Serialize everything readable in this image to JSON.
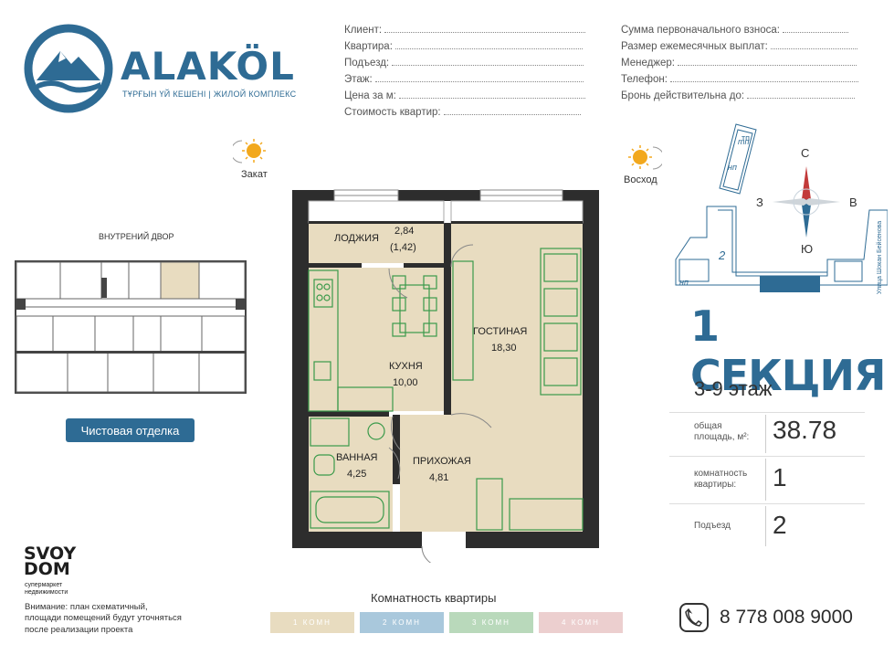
{
  "brand": {
    "name": "ALAKÖL",
    "subtitle": "ТҰРҒЫН ҮЙ КЕШЕНІ | ЖИЛОЙ КОМПЛЕКС",
    "color": "#2e6b94"
  },
  "form_left": [
    "Клиент:",
    "Квартира:",
    "Подъезд:",
    "Этаж:",
    "Цена за м:",
    "Стоимость квартир:"
  ],
  "form_right": [
    "Сумма первоначального взноса:",
    "Размер ежемесячных выплат:",
    "Менеджер:",
    "Телефон:",
    "Бронь действительна до:"
  ],
  "sun": {
    "sunset": "Закат",
    "sunrise": "Восход"
  },
  "courtyard": "ВНУТРЕНИЙ ДВОР",
  "finish_button": "Чистовая отделка",
  "rooms": {
    "loggia": {
      "name": "ЛОДЖИЯ",
      "area": "2,84",
      "area2": "(1,42)"
    },
    "kitchen": {
      "name": "КУХНЯ",
      "area": "10,00"
    },
    "living": {
      "name": "ГОСТИНАЯ",
      "area": "18,30"
    },
    "bath": {
      "name": "ВАННАЯ",
      "area": "4,25"
    },
    "hall": {
      "name": "ПРИХОЖАЯ",
      "area": "4,81"
    }
  },
  "compass": {
    "n": "С",
    "s": "Ю",
    "w": "З",
    "e": "В"
  },
  "site_plan": {
    "tp": "тп",
    "np": "нп",
    "np2": "нп",
    "num": "2",
    "street": "Улица Шокан Бейсенова"
  },
  "section": {
    "title": "1 СЕКЦИЯ",
    "floors": "3-9 этаж"
  },
  "stats": [
    {
      "label": "общая площадь, м²:",
      "value": "38.78"
    },
    {
      "label": "комнатность квартиры:",
      "value": "1"
    },
    {
      "label": "Подъезд",
      "value": "2"
    }
  ],
  "room_count": {
    "title": "Комнатность квартиры",
    "items": [
      {
        "label": "1 КОМН",
        "color": "#e8dcc0"
      },
      {
        "label": "2 КОМН",
        "color": "#a9c8dc"
      },
      {
        "label": "3 КОМН",
        "color": "#b9d9bb"
      },
      {
        "label": "4 КОМН",
        "color": "#eccfcf"
      }
    ]
  },
  "svoy": {
    "line1": "SVOY",
    "line2": "DOM",
    "sub": "супермаркет недвижимости"
  },
  "note": [
    "Внимание: план схематичный,",
    "площади помещений будут уточняться",
    "после реализации проекта"
  ],
  "phone": "8 778 008 9000"
}
